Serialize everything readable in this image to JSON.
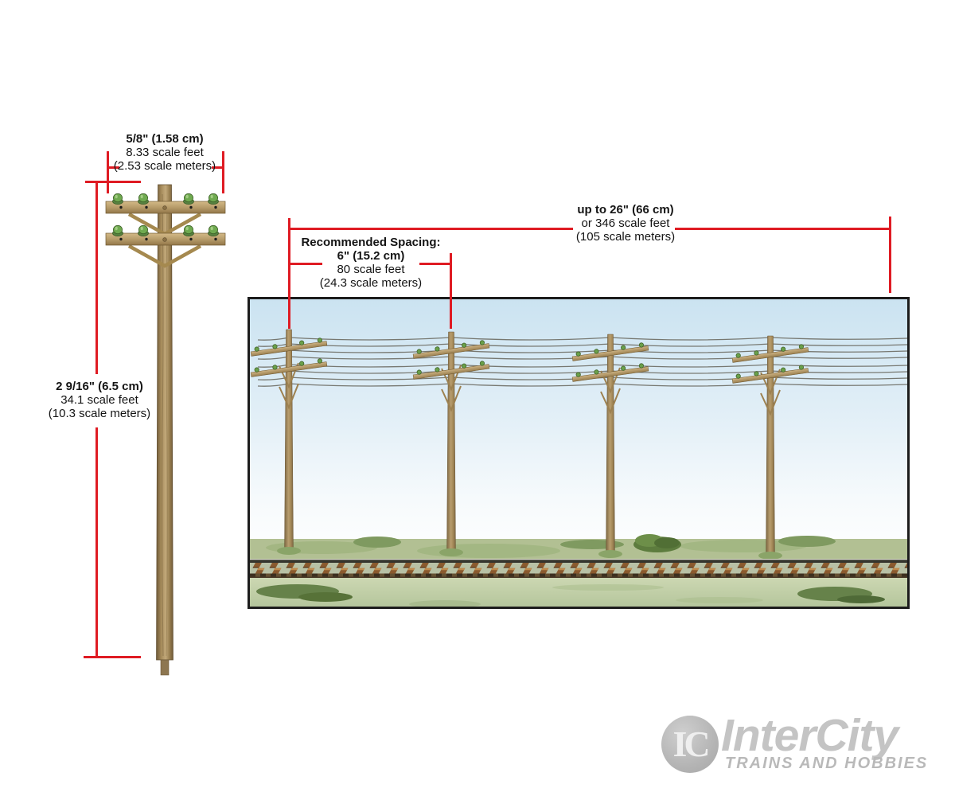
{
  "annotations": {
    "crossarm_width": [
      "5/8\" (1.58 cm)",
      "8.33 scale feet",
      "(2.53 scale meters)"
    ],
    "pole_height": [
      "2 9/16\" (6.5 cm)",
      "34.1 scale feet",
      "(10.3 scale meters)"
    ],
    "total_span": [
      "up to 26\" (66 cm)",
      "or 346 scale feet",
      "(105 scale meters)"
    ],
    "spacing": [
      "Recommended Spacing:",
      "6\" (15.2 cm)",
      "80 scale feet",
      "(24.3 scale meters)"
    ]
  },
  "logo": {
    "monogram": "IC",
    "brand": "InterCity",
    "tagline": "TRAINS AND HOBBIES"
  },
  "colors": {
    "dimension_red": "#df1b23",
    "text": "#141414",
    "logo_gray": "#c4c4c4",
    "tagline_gray": "#b9b9b9",
    "scene_border": "#1c1c1c",
    "sky_blue": "#cbe3f1",
    "grass_green": "#b2c093",
    "wood_tan": "#b59a6c",
    "insulator_green": "#6aa04a"
  }
}
